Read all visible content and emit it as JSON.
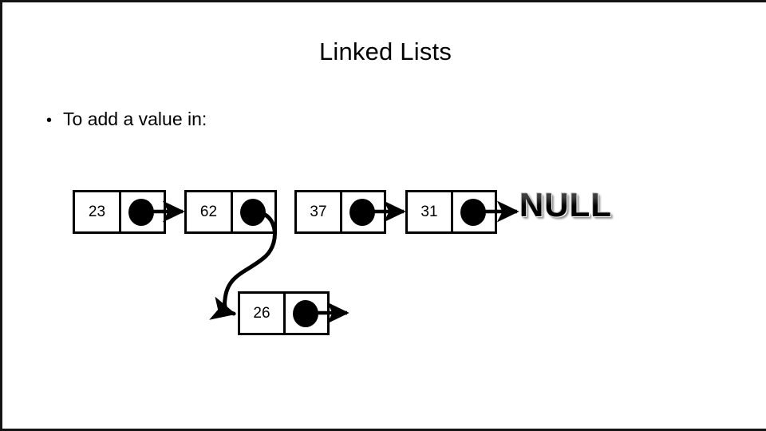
{
  "slide": {
    "title": "Linked Lists",
    "bullet_marker": "•",
    "bullet_text": "To add a value in:",
    "background_color": "#ffffff",
    "border_color": "#141414",
    "ink_color": "#000000"
  },
  "diagram": {
    "type": "linked-list",
    "null_terminator": "NULL",
    "top_row_nodes": [
      {
        "value": "23",
        "pointer": "filled-dot",
        "points_to": "62"
      },
      {
        "value": "62",
        "pointer": "filled-dot",
        "points_to": "26"
      },
      {
        "value": "37",
        "pointer": "filled-dot",
        "points_to": "31"
      },
      {
        "value": "31",
        "pointer": "filled-dot",
        "points_to": "NULL"
      }
    ],
    "inserted_nodes": [
      {
        "value": "26",
        "pointer": "filled-dot",
        "points_to": "37"
      }
    ],
    "connectors": [
      {
        "from": "23",
        "to": "62",
        "style": "straight-arrow"
      },
      {
        "from": "62",
        "to": "26",
        "style": "curved-arrow"
      },
      {
        "from": "37",
        "to": "31",
        "style": "straight-arrow"
      },
      {
        "from": "31",
        "to": "NULL",
        "style": "straight-arrow"
      },
      {
        "from": "26",
        "to": "37",
        "style": "straight-arrow-stub"
      }
    ]
  }
}
